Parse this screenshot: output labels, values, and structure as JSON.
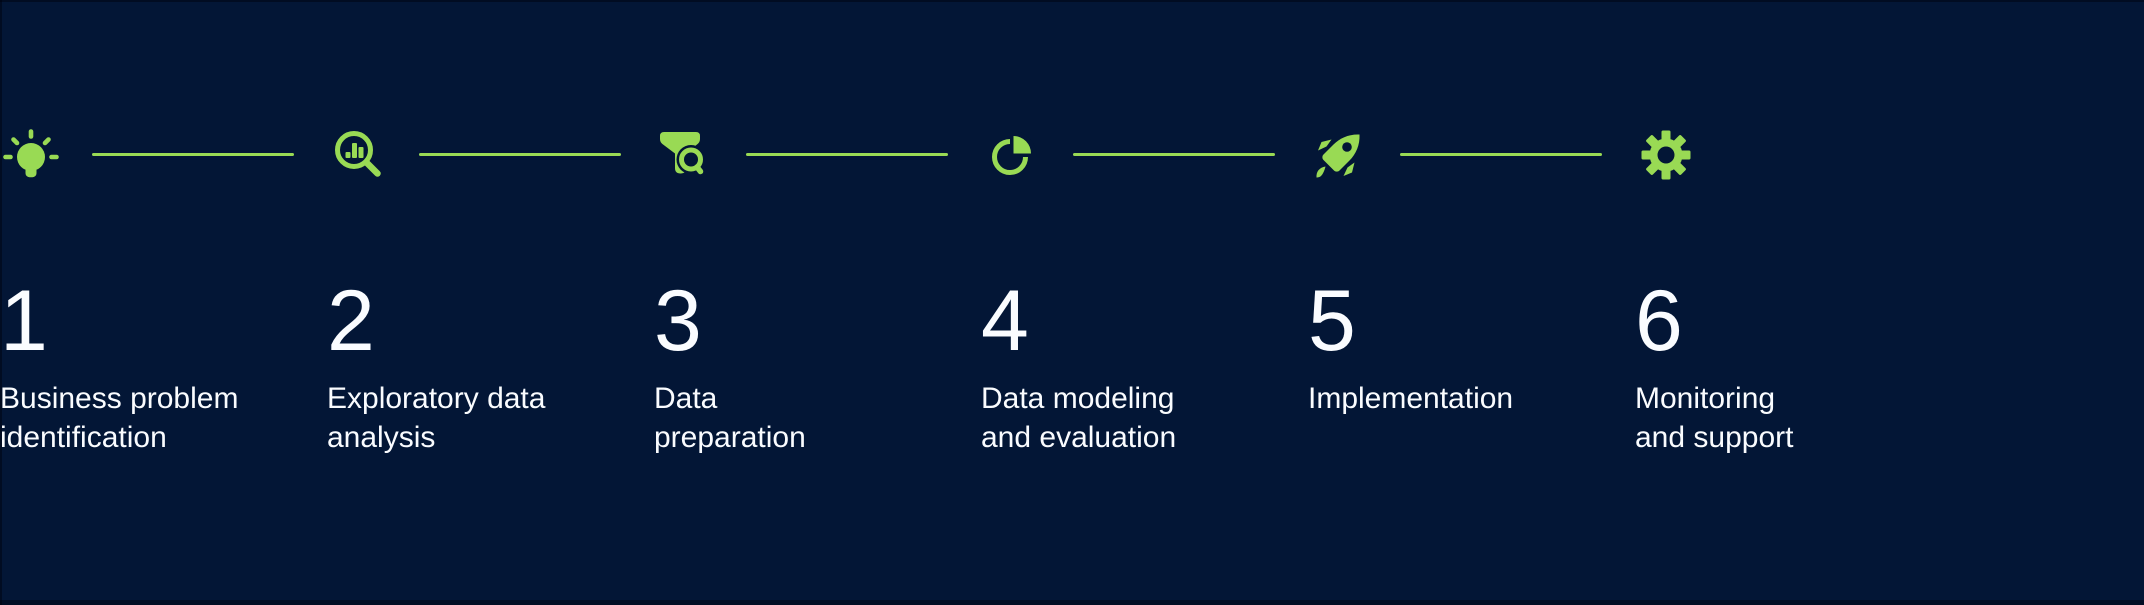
{
  "colors": {
    "background": "#031636",
    "accent_green": "#99da54",
    "text": "#fafcff"
  },
  "timeline": {
    "orientation": "horizontal",
    "connector_style": "solid-line"
  },
  "steps": [
    {
      "number": "1",
      "icon": "lightbulb",
      "label_lines": [
        "Business problem",
        "identification"
      ]
    },
    {
      "number": "2",
      "icon": "search-chart",
      "label_lines": [
        "Exploratory data",
        "analysis"
      ]
    },
    {
      "number": "3",
      "icon": "funnel-search",
      "label_lines": [
        "Data",
        "preparation"
      ]
    },
    {
      "number": "4",
      "icon": "pie-chart",
      "label_lines": [
        "Data modeling",
        "and evaluation"
      ]
    },
    {
      "number": "5",
      "icon": "rocket",
      "label_lines": [
        "Implementation"
      ]
    },
    {
      "number": "6",
      "icon": "gear",
      "label_lines": [
        "Monitoring",
        "and support"
      ]
    }
  ]
}
